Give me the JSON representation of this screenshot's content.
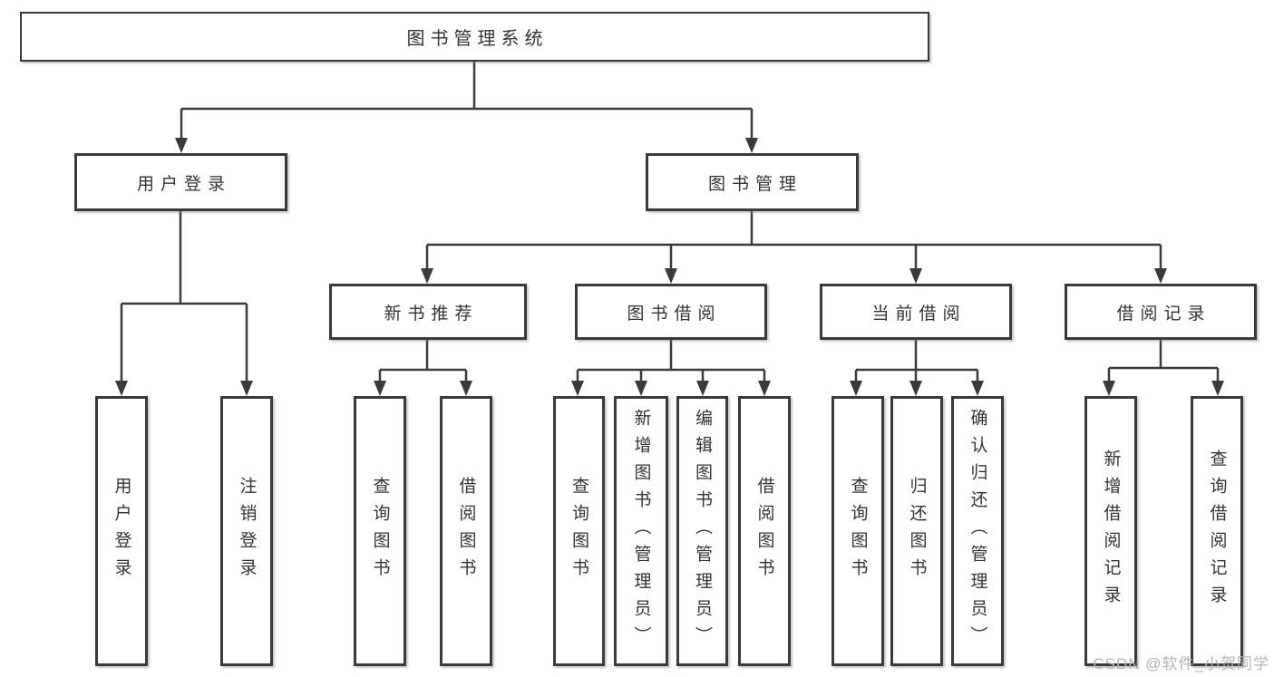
{
  "diagram": {
    "type": "tree-structure-chart",
    "root": {
      "label": "图书管理系统",
      "children": [
        {
          "label": "用户登录",
          "children": [
            {
              "label": "用户登录"
            },
            {
              "label": "注销登录"
            }
          ]
        },
        {
          "label": "图书管理",
          "children": [
            {
              "label": "新书推荐",
              "children": [
                {
                  "label": "查询图书"
                },
                {
                  "label": "借阅图书"
                }
              ]
            },
            {
              "label": "图书借阅",
              "children": [
                {
                  "label": "查询图书"
                },
                {
                  "label": "新增图书（管理员）"
                },
                {
                  "label": "编辑图书（管理员）"
                },
                {
                  "label": "借阅图书"
                }
              ]
            },
            {
              "label": "当前借阅",
              "children": [
                {
                  "label": "查询图书"
                },
                {
                  "label": "归还图书"
                },
                {
                  "label": "确认归还（管理员）"
                }
              ]
            },
            {
              "label": "借阅记录",
              "children": [
                {
                  "label": "新增借阅记录"
                },
                {
                  "label": "查询借阅记录"
                }
              ]
            }
          ]
        }
      ]
    }
  },
  "watermark": {
    "text": "CSDN @软件_小贺同学"
  },
  "colors": {
    "line": "#3a3a3a",
    "text": "#333333",
    "box_background": "#ffffff",
    "watermark": "#b5b5b5"
  }
}
